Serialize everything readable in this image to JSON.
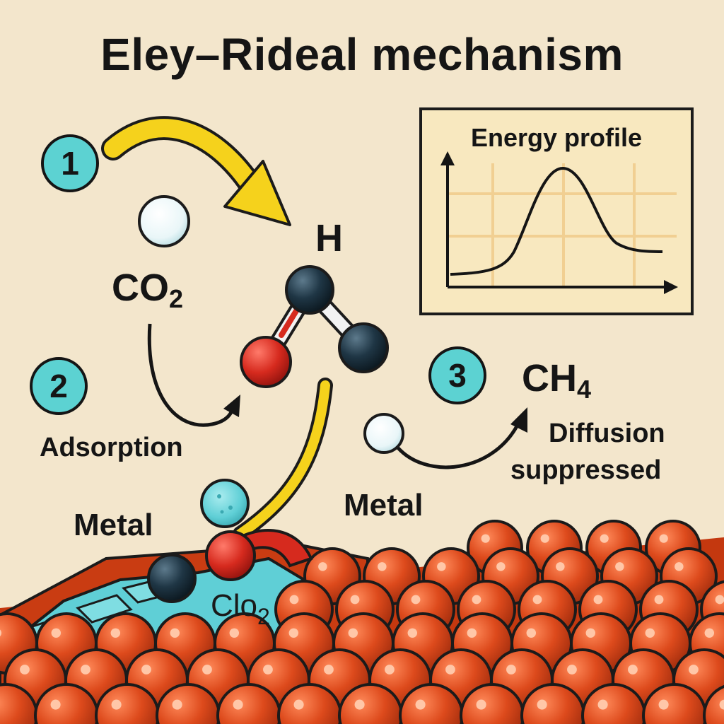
{
  "title": "Eley–Rideal mechanism",
  "steps": [
    {
      "number": "1"
    },
    {
      "number": "2",
      "label": "Adsorption"
    },
    {
      "number": "3",
      "label": "Diffusion",
      "label2": "suppressed"
    }
  ],
  "molecules": {
    "co2": {
      "main": "CO",
      "sub": "2"
    },
    "ch4": {
      "main": "CH",
      "sub": "4"
    },
    "h": "H",
    "clo2": {
      "main": "Clo",
      "sub": "2"
    }
  },
  "surface_labels": {
    "metal_left": "Metal",
    "metal_center": "Metal"
  },
  "energy_profile": {
    "title": "Energy profile"
  },
  "colors": {
    "background": "#f3e6cc",
    "step_circle": "#5cd2d2",
    "arrow_yellow": "#f5d21c",
    "metal_atom": "#dd4a1c",
    "oxygen_atom": "#d62a1e",
    "carbon_atom": "#1f3645",
    "hydrogen_atom": "#e9f6f8",
    "adsorbate_layer": "#5fcfd6",
    "panel_background": "#f8e8bf"
  }
}
